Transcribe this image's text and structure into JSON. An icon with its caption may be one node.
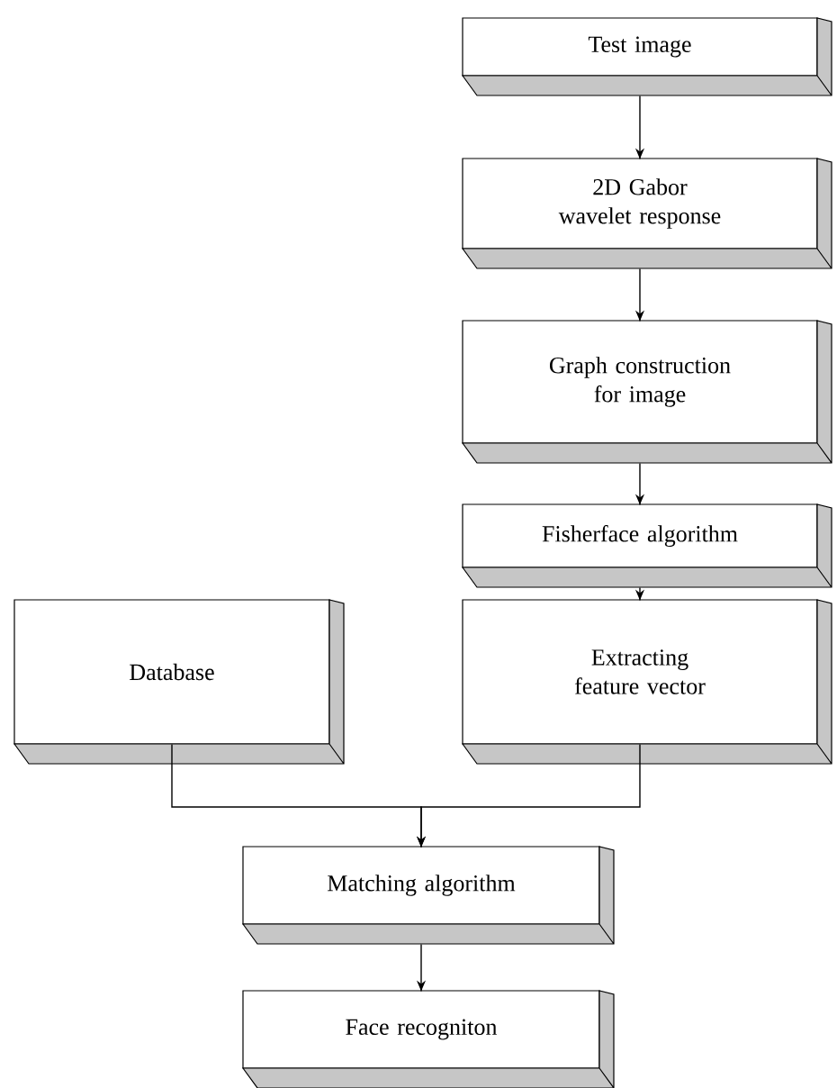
{
  "diagram": {
    "nodes": [
      {
        "text": [
          "Test image"
        ]
      },
      {
        "text": [
          "2D Gabor wavelet response"
        ]
      },
      {
        "text": [
          "Graph construction for image"
        ]
      },
      {
        "text": [
          "Fisherface algorithm"
        ]
      },
      {
        "text": [
          "Database"
        ]
      },
      {
        "text": [
          "Extracting feature vector"
        ]
      },
      {
        "text": [
          "Matching algorithm"
        ]
      },
      {
        "text": [
          "Face recogniton"
        ]
      }
    ],
    "edges": [
      {
        "from": 0,
        "to": 1,
        "arrow": "to"
      },
      {
        "from": 1,
        "to": 2,
        "arrow": "to"
      },
      {
        "from": 2,
        "to": 3,
        "arrow": "to"
      },
      {
        "from": 3,
        "to": 5,
        "arrow": "to"
      },
      {
        "from": 4,
        "to": 6,
        "arrow": "to"
      },
      {
        "from": 5,
        "to": 6,
        "arrow": "to"
      },
      {
        "from": 6,
        "to": 7,
        "arrow": "to"
      }
    ]
  }
}
